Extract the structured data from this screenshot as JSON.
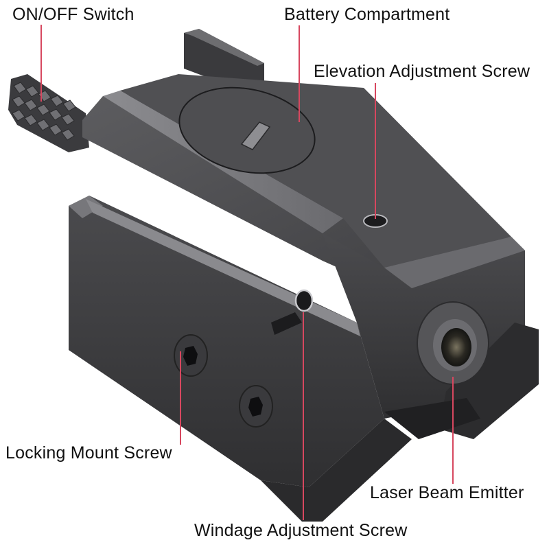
{
  "figure": {
    "subject": "Laser sight diagram",
    "background": "#ffffff",
    "leader_color": "#d7475f",
    "metal_color": "#4a4a4c"
  },
  "callouts": [
    {
      "id": "on-off-switch",
      "label": "ON/OFF Switch"
    },
    {
      "id": "battery-compartment",
      "label": "Battery Compartment"
    },
    {
      "id": "elevation-adjustment-screw",
      "label": "Elevation Adjustment Screw"
    },
    {
      "id": "locking-mount-screw",
      "label": "Locking Mount Screw"
    },
    {
      "id": "laser-beam-emitter",
      "label": "Laser Beam Emitter"
    },
    {
      "id": "windage-adjustment-screw",
      "label": "Windage Adjustment Screw"
    }
  ]
}
